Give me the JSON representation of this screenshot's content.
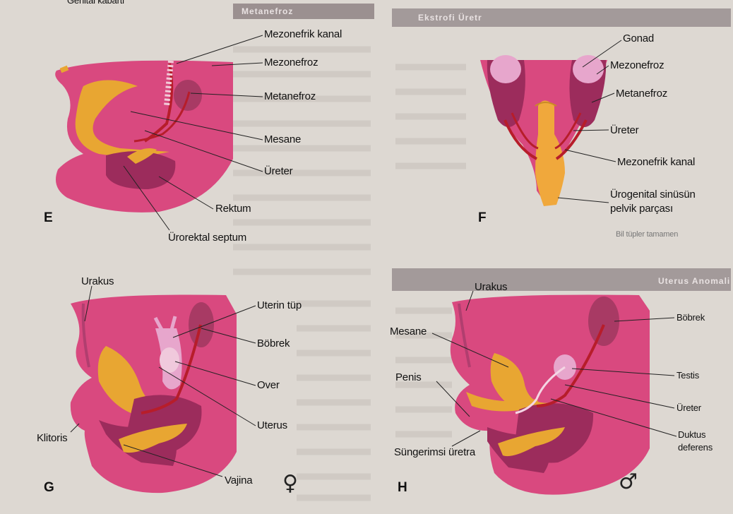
{
  "page": {
    "top_caption": "Genital kabarti",
    "header_left": "Metanefroz",
    "header_right_top": "Ekstrofi Üretr",
    "header_right_mid": "Uterus Anomali",
    "marginal_note": "Bil tüpler tamamen"
  },
  "diagram": {
    "panels": {
      "E": {
        "letter": "E",
        "labels": {
          "mesonephric_duct": "Mezonefrik kanal",
          "mesonephros": "Mezonefroz",
          "metanephros": "Metanefroz",
          "bladder": "Mesane",
          "ureter": "Üreter",
          "rectum": "Rektum",
          "urorectal_septum": "Ürorektal septum"
        }
      },
      "F": {
        "letter": "F",
        "labels": {
          "gonad": "Gonad",
          "mesonephros": "Mezonefroz",
          "metanephros": "Metanefroz",
          "ureter": "Üreter",
          "mesonephric_duct": "Mezonefrik kanal",
          "urogenital_sinus_1": "Ürogenital sinüsün",
          "urogenital_sinus_2": "pelvik parçası"
        }
      },
      "G": {
        "letter": "G",
        "sex_symbol": "♀",
        "labels": {
          "urachus": "Urakus",
          "uterine_tube": "Uterin tüp",
          "kidney": "Böbrek",
          "ovary": "Over",
          "uterus": "Uterus",
          "clitoris": "Klitoris",
          "vagina": "Vajina"
        }
      },
      "H": {
        "letter": "H",
        "sex_symbol": "♂",
        "labels": {
          "urachus": "Urakus",
          "kidney": "Böbrek",
          "bladder": "Mesane",
          "penis": "Penis",
          "testis": "Testis",
          "ureter": "Üreter",
          "spongy_urethra": "Süngerimsi üretra",
          "ductus_1": "Duktus",
          "ductus_2": "deferens"
        }
      }
    }
  },
  "colors": {
    "background": "#ddd8d2",
    "tissue_pink": "#d9497f",
    "dark_pink": "#9c2c5c",
    "kidney": "#a83a64",
    "bladder_yellow": "#e8a632",
    "duct_red": "#b71d2a",
    "gonad_light": "#e7a6cc",
    "header_bar": "#9b9090"
  }
}
